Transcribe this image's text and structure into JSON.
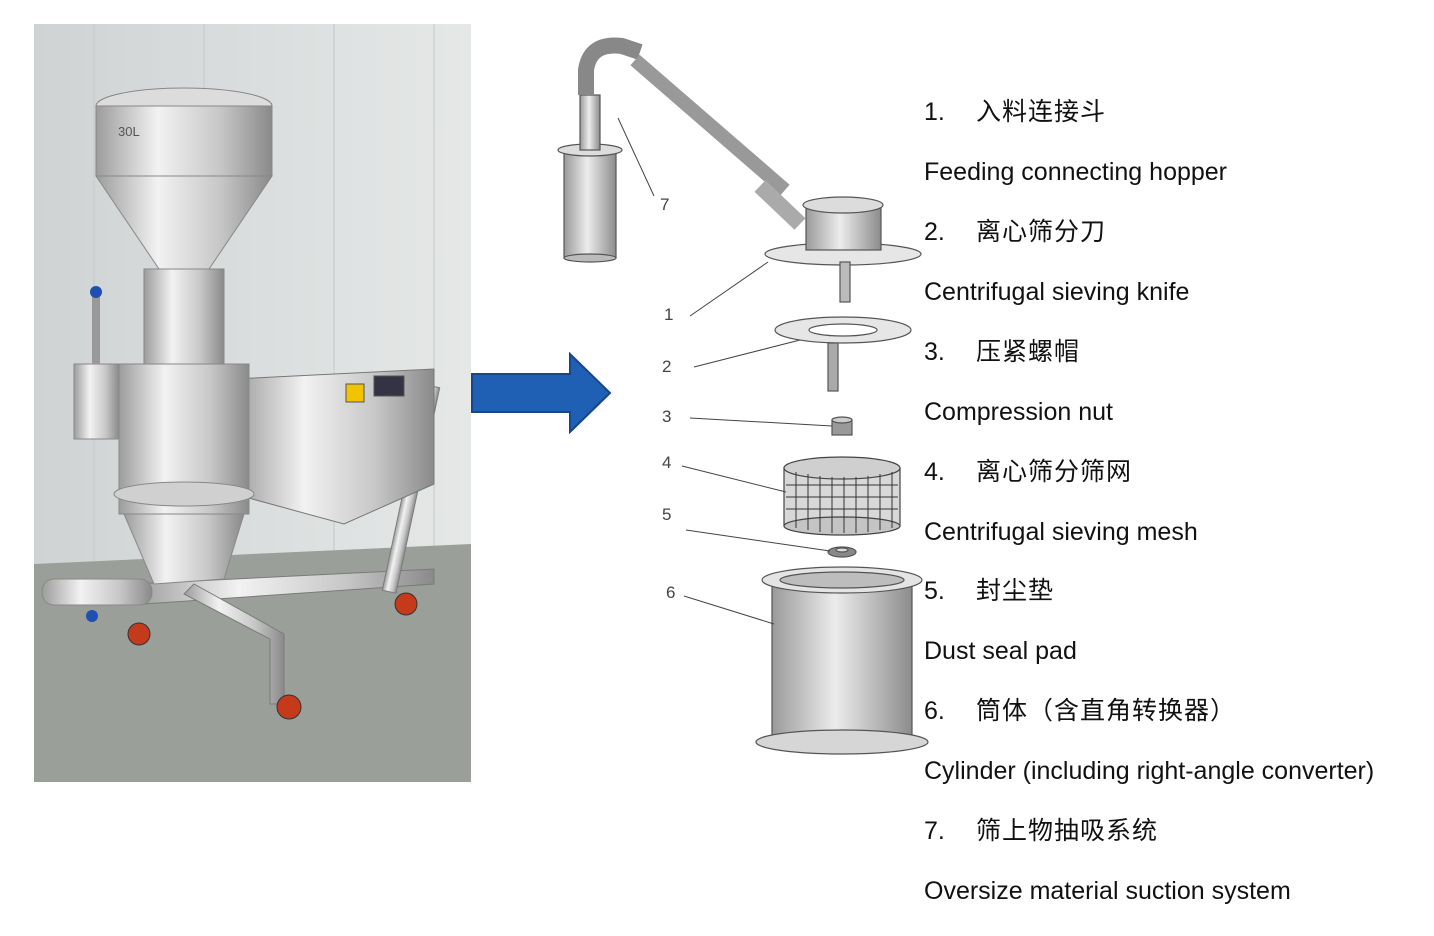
{
  "diagram": {
    "photo": {
      "label": "30L"
    },
    "colors": {
      "arrow": "#1f5fb4",
      "steel_light": "#e9e9e9",
      "steel_dark": "#8a8a8a",
      "control_box": "#f2c400",
      "wheel": "#c43a1a",
      "floor": "#9aa099",
      "wall": "#d9dcdc"
    },
    "callouts": [
      "1",
      "2",
      "3",
      "4",
      "5",
      "6",
      "7"
    ],
    "legend": [
      {
        "num": "1.",
        "zh": "入料连接斗",
        "en": "Feeding connecting hopper"
      },
      {
        "num": "2.",
        "zh": "离心筛分刀",
        "en": "Centrifugal sieving knife"
      },
      {
        "num": "3.",
        "zh": "压紧螺帽",
        "en": "Compression nut"
      },
      {
        "num": "4.",
        "zh": "离心筛分筛网",
        "en": "Centrifugal sieving mesh"
      },
      {
        "num": "5.",
        "zh": "封尘垫",
        "en": "Dust seal pad"
      },
      {
        "num": "6.",
        "zh": "筒体（含直角转换器）",
        "en": "Cylinder (including right-angle converter)"
      },
      {
        "num": "7.",
        "zh": "筛上物抽吸系统",
        "en": "Oversize material suction system"
      }
    ]
  }
}
